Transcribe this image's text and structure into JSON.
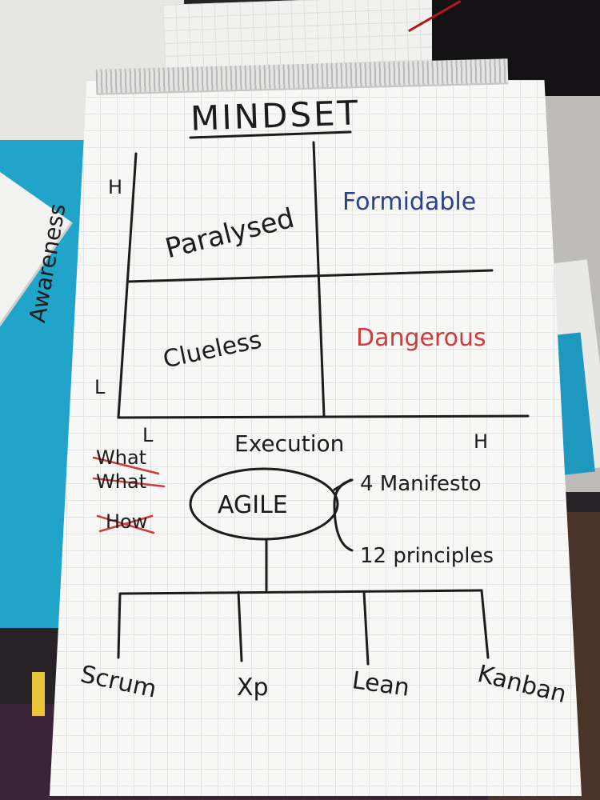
{
  "whiteboard": {
    "title": "MINDSET",
    "axes": {
      "y_label": "Awareness",
      "y_high": "H",
      "y_low": "L",
      "x_label": "Execution",
      "x_low": "L",
      "x_high": "H"
    },
    "quadrants": {
      "top_left": "Paralysed",
      "top_right": "Formidable",
      "bottom_left": "Clueless",
      "bottom_right": "Dangerous"
    },
    "crossed_words": [
      "What",
      "What",
      "How"
    ],
    "center_node": "AGILE",
    "branches": [
      "4 Manifesto",
      "12 principles"
    ],
    "frameworks": [
      "Scrum",
      "Xp",
      "Lean",
      "Kanban"
    ]
  },
  "colors": {
    "ink": "#1c1c1c",
    "formidable": "#2b3f8c",
    "dangerous": "#d2393b",
    "strike": "#d2393b",
    "blue_folder": "#21a4c9"
  }
}
